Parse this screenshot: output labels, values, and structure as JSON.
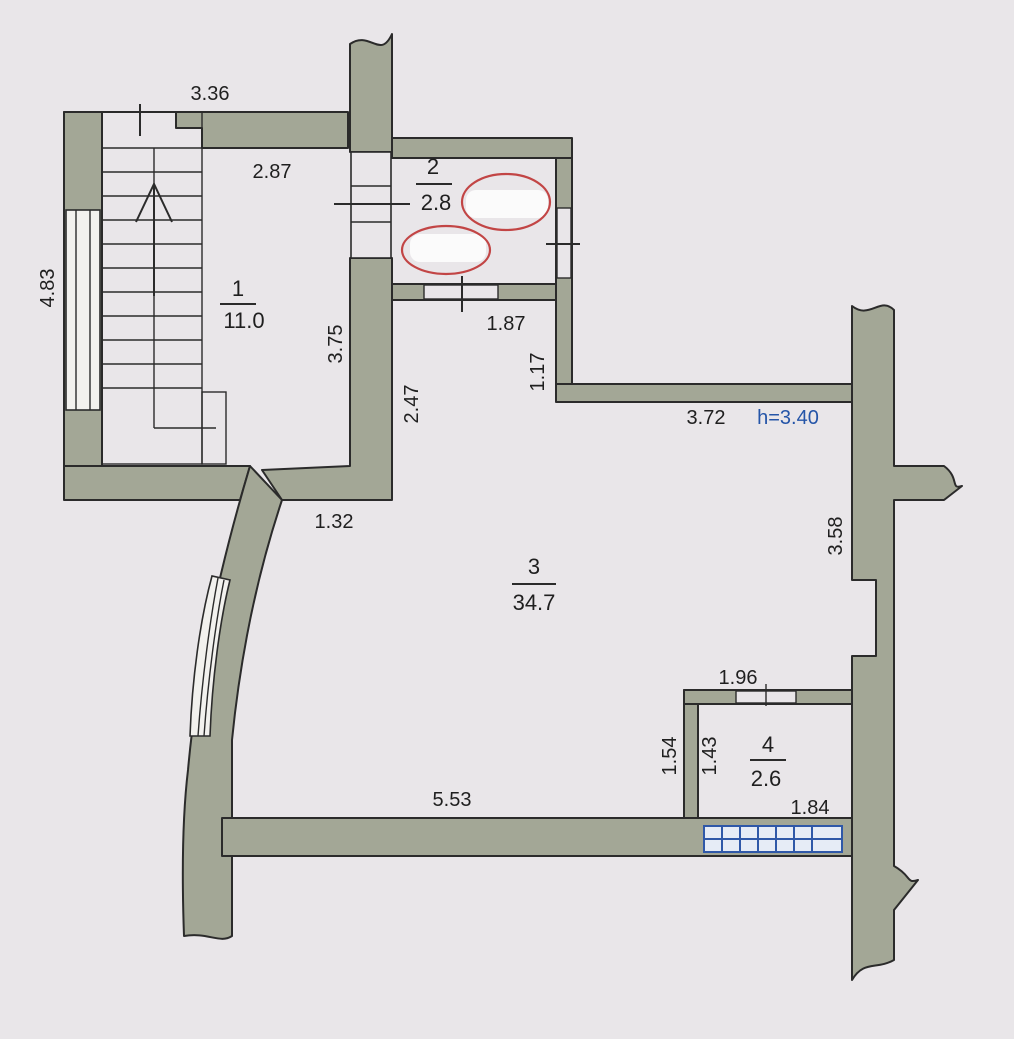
{
  "rooms": [
    {
      "number": "1",
      "area": "11.0"
    },
    {
      "number": "2",
      "area": "2.8"
    },
    {
      "number": "3",
      "area": "34.7"
    },
    {
      "number": "4",
      "area": "2.6"
    }
  ],
  "dimensions": {
    "d_3_36": "3.36",
    "d_2_87": "2.87",
    "d_4_83": "4.83",
    "d_3_75": "3.75",
    "d_1_87": "1.87",
    "d_1_17": "1.17",
    "d_2_47": "2.47",
    "d_3_72": "3.72",
    "d_1_32": "1.32",
    "d_3_58": "3.58",
    "d_1_96": "1.96",
    "d_1_54": "1.54",
    "d_1_43": "1.43",
    "d_5_53": "5.53",
    "d_1_84": "1.84"
  },
  "ceiling_height": "h=3.40",
  "colors": {
    "wall_fill": "#a3a796",
    "paper": "#e9e6e9",
    "height_label": "#2555a8",
    "redaction_ring": "#c24545"
  }
}
